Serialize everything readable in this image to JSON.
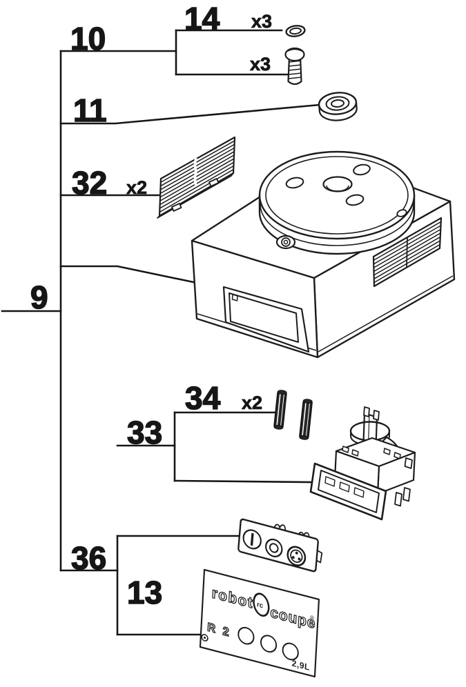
{
  "callouts": {
    "part10": {
      "label": "10"
    },
    "part14": {
      "label": "14",
      "washer_qty": "x3",
      "screw_qty": "x3"
    },
    "part11": {
      "label": "11"
    },
    "part32": {
      "label": "32",
      "qty": "x2"
    },
    "part9": {
      "label": "9"
    },
    "part34": {
      "label": "34",
      "qty": "x2"
    },
    "part33": {
      "label": "33"
    },
    "part36": {
      "label": "36"
    },
    "part13": {
      "label": "13"
    }
  },
  "nameplate": {
    "brand_word1": "robot",
    "brand_word2": "coupe",
    "registered_mark": "®",
    "emblem_monogram": "rc",
    "model": "R 2",
    "capacity": "2,9L"
  },
  "colors": {
    "line": "#161616",
    "background": "#ffffff"
  }
}
